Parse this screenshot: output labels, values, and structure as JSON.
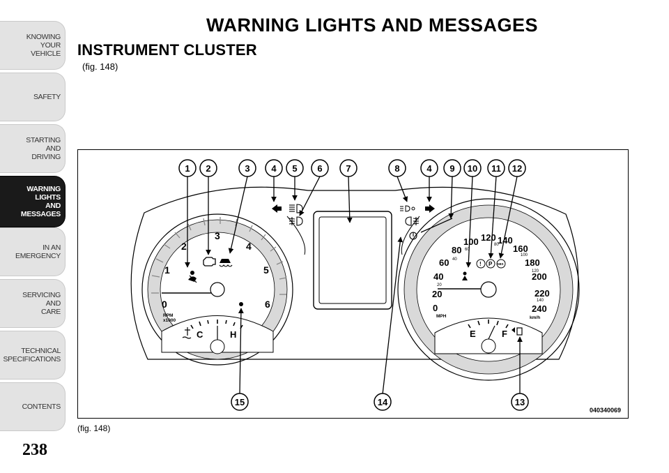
{
  "sidebar": {
    "tabs": [
      {
        "lines": [
          "KNOWING",
          "YOUR",
          "VEHICLE"
        ],
        "active": false
      },
      {
        "lines": [
          "SAFETY"
        ],
        "active": false
      },
      {
        "lines": [
          "STARTING",
          "AND",
          "DRIVING"
        ],
        "active": false
      },
      {
        "lines": [
          "WARNING",
          "LIGHTS",
          "AND",
          "MESSAGES"
        ],
        "active": true
      },
      {
        "lines": [
          "IN AN",
          "EMERGENCY"
        ],
        "active": false
      },
      {
        "lines": [
          "SERVICING",
          "AND",
          "CARE"
        ],
        "active": false
      },
      {
        "lines": [
          "TECHNICAL",
          "SPECIFICATIONS"
        ],
        "active": false
      },
      {
        "lines": [
          "CONTENTS"
        ],
        "active": false
      }
    ]
  },
  "page": {
    "number": "238",
    "section_title": "WARNING LIGHTS AND MESSAGES",
    "sub_title": "INSTRUMENT CLUSTER",
    "fig_ref_top": "(fig.  148)",
    "fig_caption": "(fig. 148)"
  },
  "figure": {
    "code": "040340069",
    "callouts_top": [
      "1",
      "2",
      "3",
      "4",
      "5",
      "6",
      "7",
      "8",
      "4",
      "9",
      "10",
      "11",
      "12"
    ],
    "callouts_bottom": [
      "15",
      "14",
      "13"
    ],
    "tach_numbers": [
      "0",
      "1",
      "2",
      "3",
      "4",
      "5",
      "6"
    ],
    "tach_label_1": "RPM",
    "tach_label_2": "x1000",
    "temp_labels": [
      "C",
      "H"
    ],
    "fuel_labels": [
      "E",
      "F"
    ],
    "speed_mph": [
      "0",
      "20",
      "40",
      "60",
      "80",
      "100",
      "120",
      "140",
      "160",
      "180",
      "200",
      "220",
      "240"
    ],
    "speed_kmh": [
      "20",
      "40",
      "60",
      "80",
      "100",
      "120",
      "140"
    ],
    "speed_unit_left": "MPH",
    "speed_unit_right": "km/h",
    "abs_label": "ABS",
    "park_label": "P",
    "excl_label": "!"
  }
}
